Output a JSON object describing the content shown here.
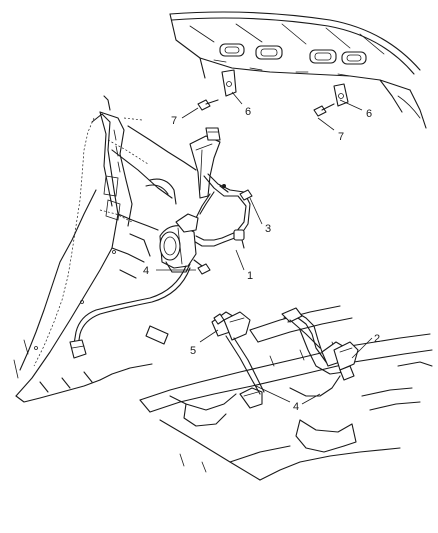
{
  "callouts": {
    "c1": "1",
    "c2": "2",
    "c3": "3",
    "c4a": "4",
    "c4b": "4",
    "c5": "5",
    "c6a": "6",
    "c6b": "6",
    "c7a": "7",
    "c7b": "7"
  }
}
